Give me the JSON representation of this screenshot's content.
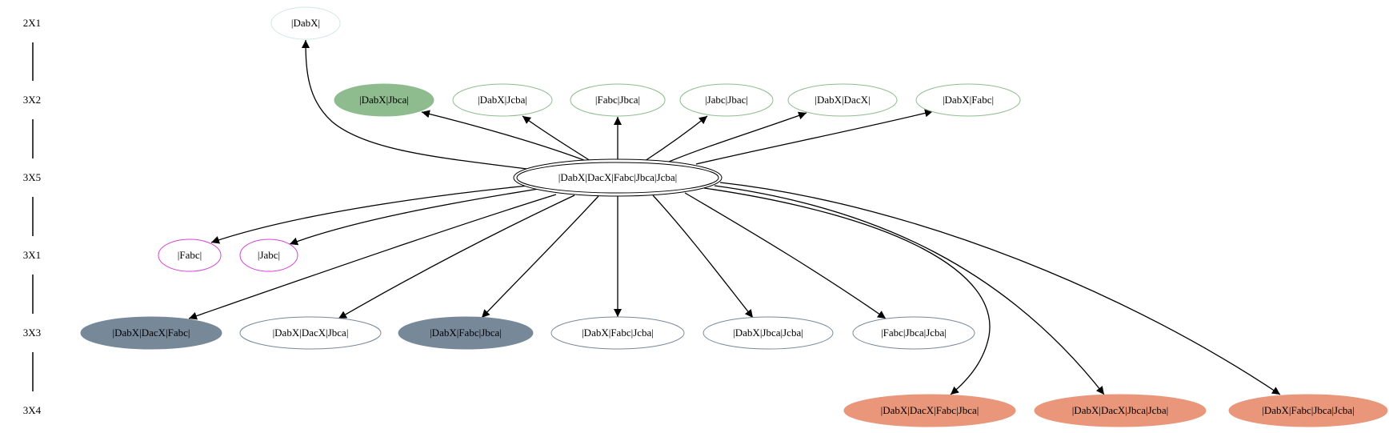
{
  "levels": [
    {
      "id": "2X1",
      "label": "2X1"
    },
    {
      "id": "3X2",
      "label": "3X2"
    },
    {
      "id": "3X5",
      "label": "3X5"
    },
    {
      "id": "3X1",
      "label": "3X1"
    },
    {
      "id": "3X3",
      "label": "3X3"
    },
    {
      "id": "3X4",
      "label": "3X4"
    }
  ],
  "colors": {
    "lightblue": "#cfe9e6",
    "green": "#8fbc8f",
    "magenta": "#d447d4",
    "slate": "#778899",
    "salmon": "#e9967a",
    "black": "#000000"
  },
  "nodes": [
    {
      "id": "root",
      "label": "|DabX|DacX|Fabc|Jbca|Jcba|",
      "level": "3X5",
      "style": "double"
    },
    {
      "id": "n_dabx",
      "label": "|DabX|",
      "level": "2X1",
      "style": "outline-lightblue"
    },
    {
      "id": "n_dabx_jbca",
      "label": "|DabX|Jbca|",
      "level": "3X2",
      "style": "fill-green"
    },
    {
      "id": "n_dabx_jcba",
      "label": "|DabX|Jcba|",
      "level": "3X2",
      "style": "outline-green"
    },
    {
      "id": "n_fabc_jbca",
      "label": "|Fabc|Jbca|",
      "level": "3X2",
      "style": "outline-green"
    },
    {
      "id": "n_jabc_jbac",
      "label": "|Jabc|Jbac|",
      "level": "3X2",
      "style": "outline-green"
    },
    {
      "id": "n_dabx_dacx",
      "label": "|DabX|DacX|",
      "level": "3X2",
      "style": "outline-green"
    },
    {
      "id": "n_dabx_fabc",
      "label": "|DabX|Fabc|",
      "level": "3X2",
      "style": "outline-green"
    },
    {
      "id": "n_fabc",
      "label": "|Fabc|",
      "level": "3X1",
      "style": "outline-magenta"
    },
    {
      "id": "n_jabc",
      "label": "|Jabc|",
      "level": "3X1",
      "style": "outline-magenta"
    },
    {
      "id": "n_dabx_dacx_fabc",
      "label": "|DabX|DacX|Fabc|",
      "level": "3X3",
      "style": "fill-slate"
    },
    {
      "id": "n_dabx_dacx_jbca",
      "label": "|DabX|DacX|Jbca|",
      "level": "3X3",
      "style": "outline-slate"
    },
    {
      "id": "n_dabx_fabc_jbca",
      "label": "|DabX|Fabc|Jbca|",
      "level": "3X3",
      "style": "fill-slate"
    },
    {
      "id": "n_dabx_fabc_jcba",
      "label": "|DabX|Fabc|Jcba|",
      "level": "3X3",
      "style": "outline-slate"
    },
    {
      "id": "n_dabx_jbca_jcba",
      "label": "|DabX|Jbca|Jcba|",
      "level": "3X3",
      "style": "outline-slate"
    },
    {
      "id": "n_fabc_jbca_jcba",
      "label": "|Fabc|Jbca|Jcba|",
      "level": "3X3",
      "style": "outline-slate"
    },
    {
      "id": "n_dabx_dacx_fabc_jbca",
      "label": "|DabX|DacX|Fabc|Jbca|",
      "level": "3X4",
      "style": "fill-salmon"
    },
    {
      "id": "n_dabx_dacx_jbca_jcba",
      "label": "|DabX|DacX|Jbca|Jcba|",
      "level": "3X4",
      "style": "fill-salmon"
    },
    {
      "id": "n_dabx_fabc_jbca_jcba",
      "label": "|DabX|Fabc|Jbca|Jcba|",
      "level": "3X4",
      "style": "fill-salmon"
    }
  ],
  "edges": [
    {
      "from": "root",
      "to": "n_dabx"
    },
    {
      "from": "root",
      "to": "n_dabx_jbca"
    },
    {
      "from": "root",
      "to": "n_dabx_jcba"
    },
    {
      "from": "root",
      "to": "n_fabc_jbca"
    },
    {
      "from": "root",
      "to": "n_jabc_jbac"
    },
    {
      "from": "root",
      "to": "n_dabx_dacx"
    },
    {
      "from": "root",
      "to": "n_dabx_fabc"
    },
    {
      "from": "root",
      "to": "n_fabc"
    },
    {
      "from": "root",
      "to": "n_jabc"
    },
    {
      "from": "root",
      "to": "n_dabx_dacx_fabc"
    },
    {
      "from": "root",
      "to": "n_dabx_dacx_jbca"
    },
    {
      "from": "root",
      "to": "n_dabx_fabc_jbca"
    },
    {
      "from": "root",
      "to": "n_dabx_fabc_jcba"
    },
    {
      "from": "root",
      "to": "n_dabx_jbca_jcba"
    },
    {
      "from": "root",
      "to": "n_fabc_jbca_jcba"
    },
    {
      "from": "root",
      "to": "n_dabx_dacx_fabc_jbca"
    },
    {
      "from": "root",
      "to": "n_dabx_dacx_jbca_jcba"
    },
    {
      "from": "root",
      "to": "n_dabx_fabc_jbca_jcba"
    }
  ]
}
